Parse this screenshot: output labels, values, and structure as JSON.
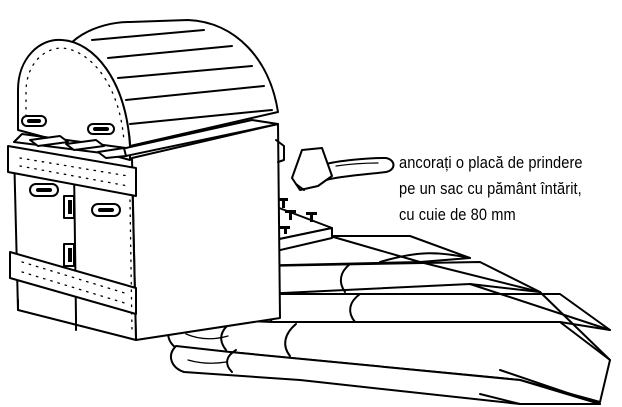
{
  "caption": {
    "line1": "ancorați o placă de prindere",
    "line2": "pe un sac cu pământ întărit,",
    "line3": "cu cuie de 80 mm"
  },
  "colors": {
    "ink": "#000000",
    "paper": "#ffffff"
  },
  "icons": [
    "hammer-icon",
    "nail-icon",
    "door-handle-icon"
  ]
}
